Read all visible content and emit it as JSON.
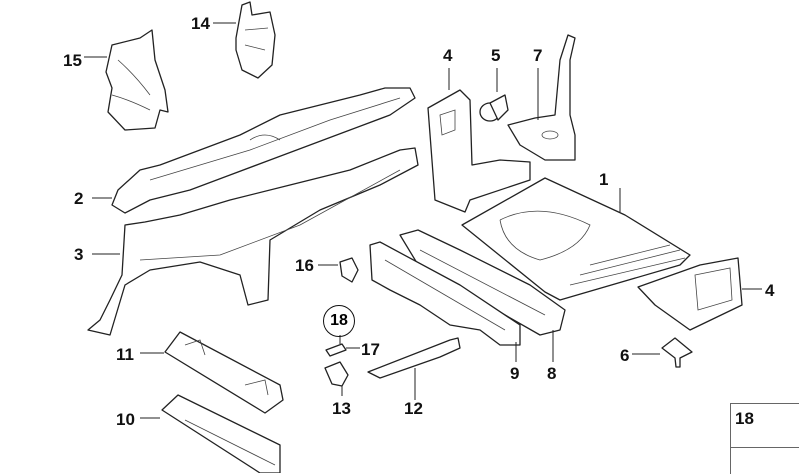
{
  "diagram": {
    "type": "exploded parts diagram",
    "callouts": [
      {
        "id": "c1",
        "label": "1"
      },
      {
        "id": "c2",
        "label": "2"
      },
      {
        "id": "c3",
        "label": "3"
      },
      {
        "id": "c4a",
        "label": "4"
      },
      {
        "id": "c4b",
        "label": "4"
      },
      {
        "id": "c5",
        "label": "5"
      },
      {
        "id": "c6",
        "label": "6"
      },
      {
        "id": "c7",
        "label": "7"
      },
      {
        "id": "c8",
        "label": "8"
      },
      {
        "id": "c9",
        "label": "9"
      },
      {
        "id": "c10",
        "label": "10"
      },
      {
        "id": "c11",
        "label": "11"
      },
      {
        "id": "c12",
        "label": "12"
      },
      {
        "id": "c13",
        "label": "13"
      },
      {
        "id": "c14",
        "label": "14"
      },
      {
        "id": "c15",
        "label": "15"
      },
      {
        "id": "c16",
        "label": "16"
      },
      {
        "id": "c17",
        "label": "17"
      }
    ],
    "circled_reference": "18",
    "legend": {
      "item_label": "18",
      "item_icon": "screw-icon",
      "footer_icon": "part-symbol-icon"
    }
  }
}
